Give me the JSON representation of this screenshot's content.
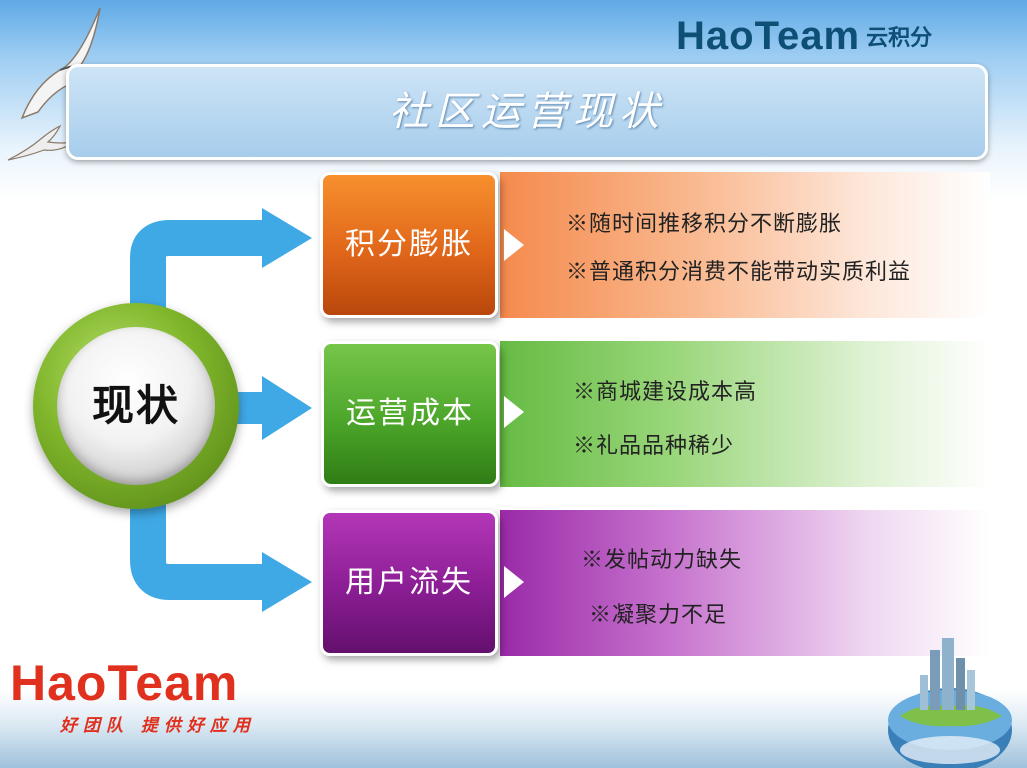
{
  "brand_top": {
    "name": "HaoTeam",
    "sub": "云积分"
  },
  "title": "社区运营现状",
  "center": {
    "label": "现状"
  },
  "categories": [
    {
      "label": "积分膨胀",
      "bullets": [
        "※随时间推移积分不断膨胀",
        "※普通积分消费不能带动实质利益"
      ]
    },
    {
      "label": "运营成本",
      "bullets": [
        "※商城建设成本高",
        "※礼品品种稀少"
      ]
    },
    {
      "label": "用户流失",
      "bullets": [
        "※发帖动力缺失",
        "※凝聚力不足"
      ]
    }
  ],
  "brand_bottom": {
    "name": "HaoTeam",
    "slogan": "好团队 提供好应用"
  },
  "colors": {
    "orange": "#e0661a",
    "green": "#4ca62a",
    "purple": "#8a1d93",
    "arrow_blue": "#3fa9e6",
    "brand_dark": "#0e4f75",
    "brand_red": "#e0301e"
  },
  "icons": [
    "seagull-icon",
    "globe-city-icon",
    "arrow-right-icon",
    "chevron-right-icon"
  ]
}
